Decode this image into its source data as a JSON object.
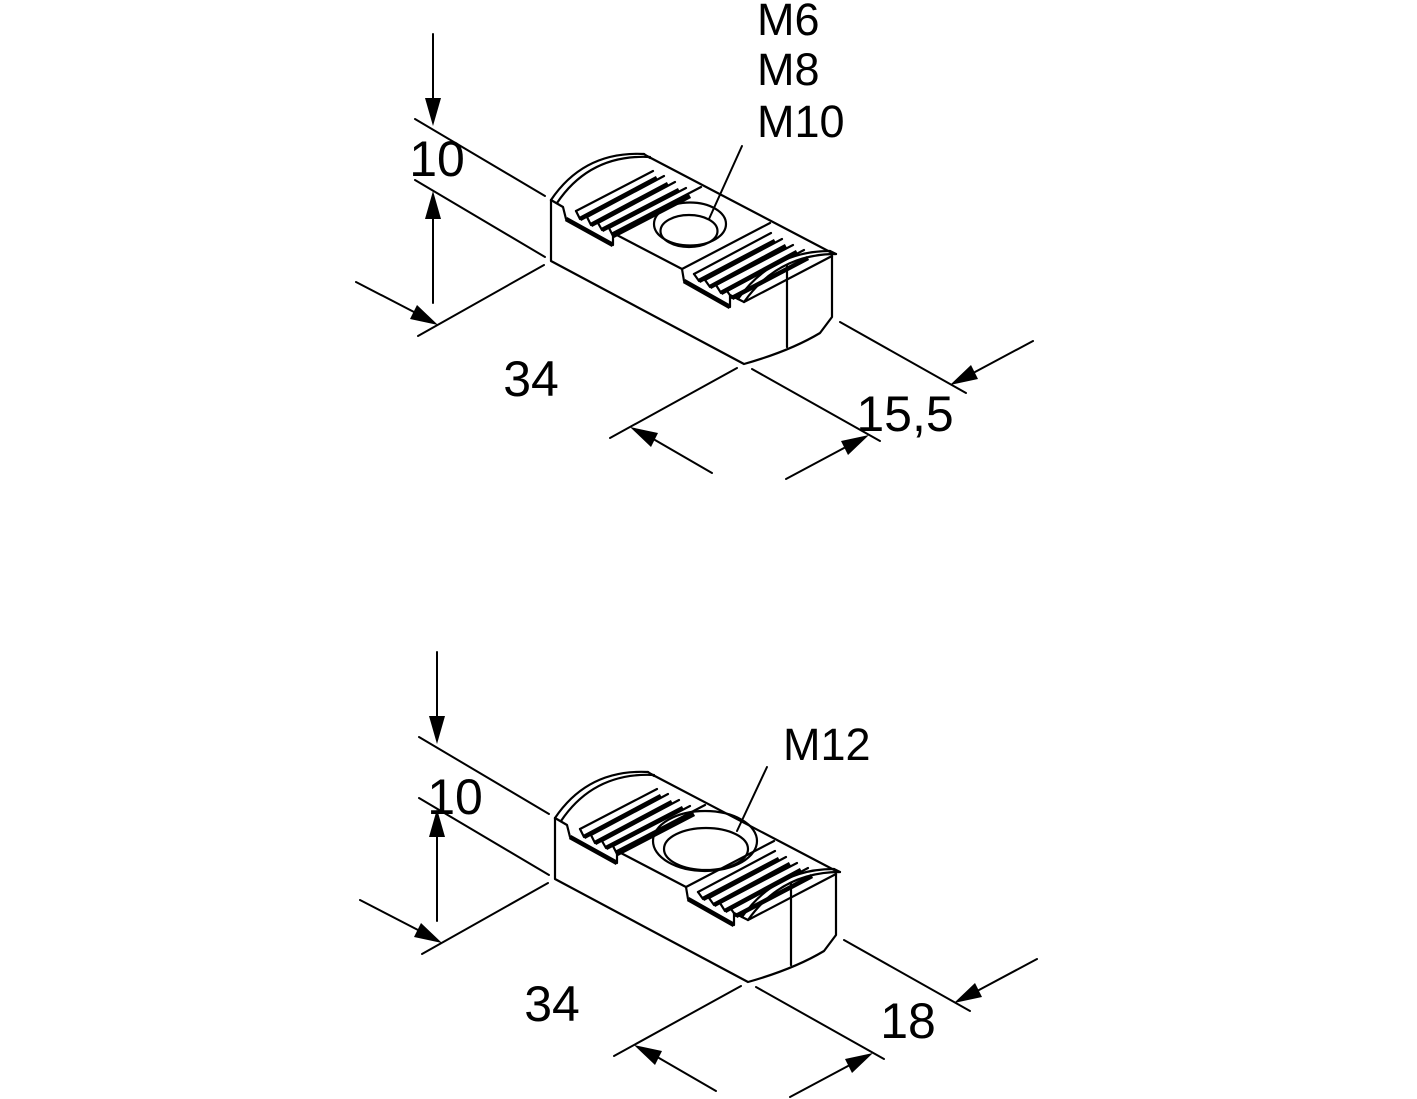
{
  "drawing": {
    "background": "#ffffff",
    "line_color": "#000000",
    "figures": [
      {
        "id": "upper-nut",
        "thread_labels": [
          "M6",
          "M8",
          "M10"
        ],
        "dimensions": {
          "height": "10",
          "length": "34",
          "width": "15,5"
        }
      },
      {
        "id": "lower-nut",
        "thread_labels": [
          "M12"
        ],
        "dimensions": {
          "height": "10",
          "length": "34",
          "width": "18"
        }
      }
    ]
  }
}
